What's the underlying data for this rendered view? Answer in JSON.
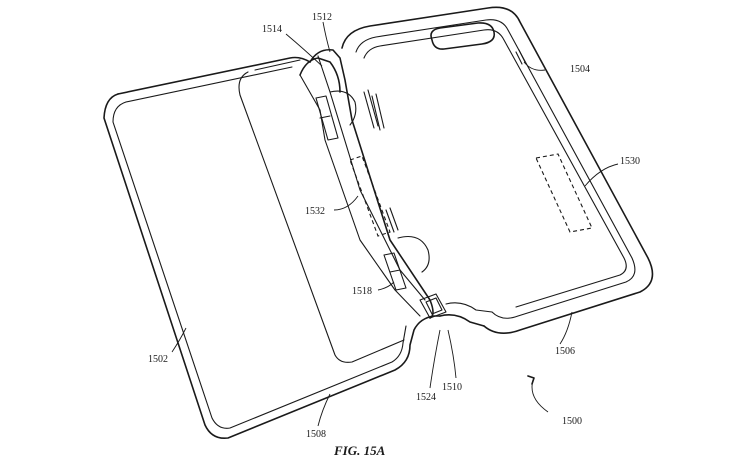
{
  "caption": "FIG. 15A",
  "labels": {
    "l1512": "1512",
    "l1514": "1514",
    "l1504": "1504",
    "l1530": "1530",
    "l1532": "1532",
    "l1518": "1518",
    "l1502": "1502",
    "l1506": "1506",
    "l1508": "1508",
    "l1524": "1524",
    "l1510": "1510",
    "l1500": "1500"
  }
}
